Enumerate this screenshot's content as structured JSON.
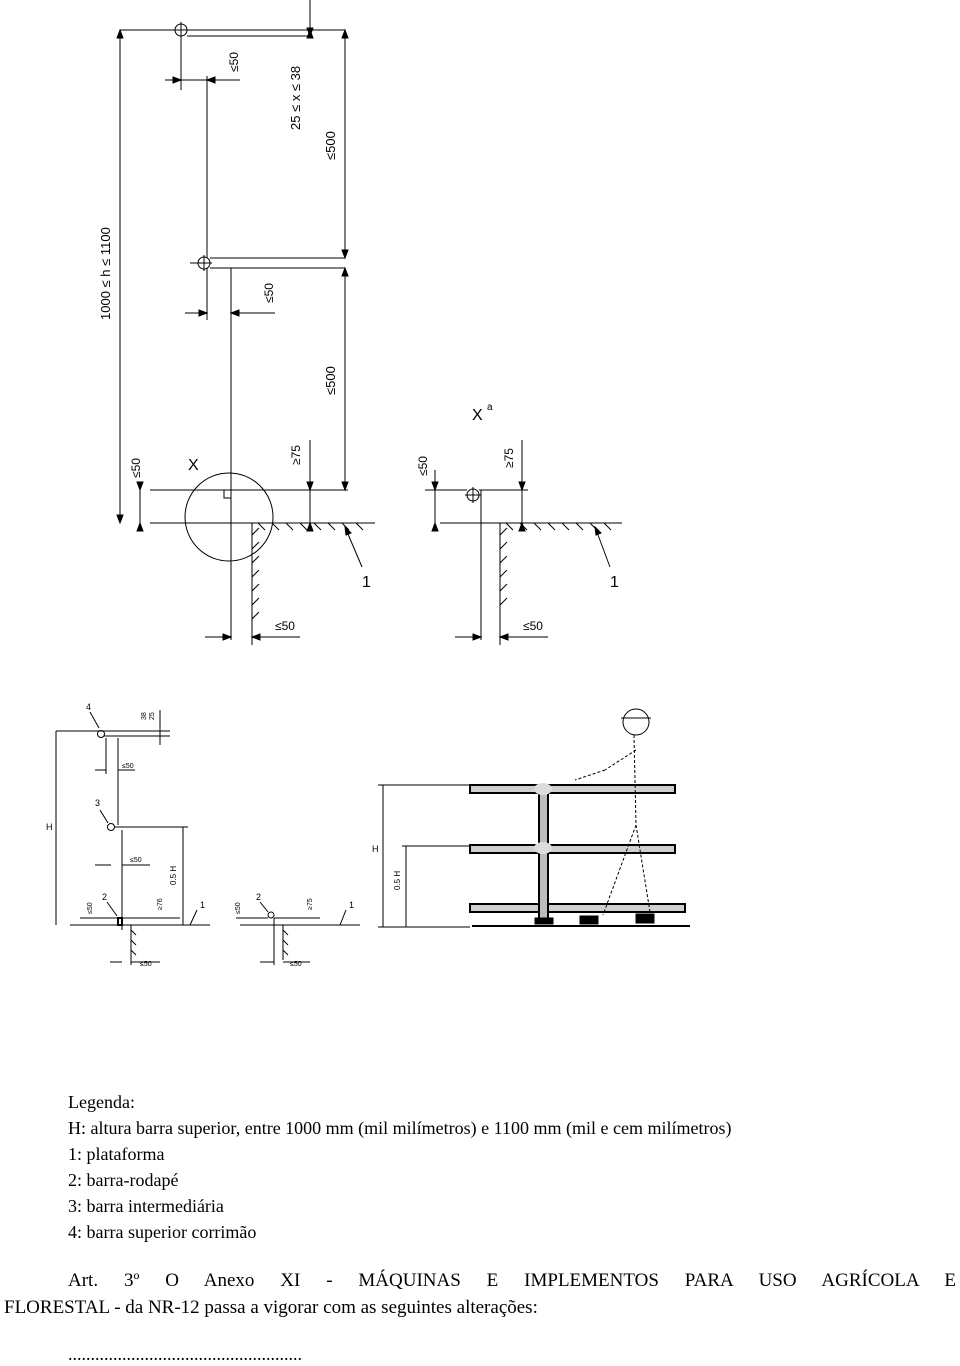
{
  "drawing_top": {
    "dim_top": "≤50",
    "dim_bar_spacing": "25 ≤ x ≤ 38",
    "dim_upper_500": "≤500",
    "dim_h": "1000 ≤ h ≤ 1100",
    "dim_mid": "≤50",
    "dim_lower_500": "≤500",
    "dim_left_50": "≤50",
    "label_x": "X",
    "dim_75": "≥75",
    "label_1": "1",
    "dim_bottom_50": "≤50",
    "detail_label": "X",
    "detail_sup": "a",
    "detail_dim_50": "≤50",
    "detail_dim_75": "≥75",
    "detail_label_1": "1",
    "detail_dim_bottom_50": "≤50"
  },
  "drawing_bottom": {
    "n4": "4",
    "d38": "38",
    "d25": "25",
    "d50a": "≤50",
    "n3": "3",
    "lblH": "H",
    "d50b": "≤50",
    "half_h": "0.5 H",
    "n2": "2",
    "d50c": "≤50",
    "d76": "≥76",
    "n1": "1",
    "d50d": "≤50",
    "b_n2": "2",
    "b_d50": "≤50",
    "b_d75": "≥75",
    "b_n1": "1",
    "b_d50b": "≤50",
    "r_H": "H",
    "r_half": "0.5 H"
  },
  "legend": {
    "title": "Legenda:",
    "items": [
      "H: altura barra superior, entre 1000 mm (mil milímetros) e 1100 mm (mil e cem milímetros)",
      "1: plataforma",
      "2: barra-rodapé",
      "3: barra intermediária",
      "4: barra superior corrimão"
    ]
  },
  "article": {
    "line1": "Art. 3º O Anexo XI - MÁQUINAS E IMPLEMENTOS PARA USO AGRÍCOLA E",
    "line2": "FLORESTAL - da NR-12 passa a vigorar com as seguintes alterações:",
    "dots": "...................................................."
  }
}
